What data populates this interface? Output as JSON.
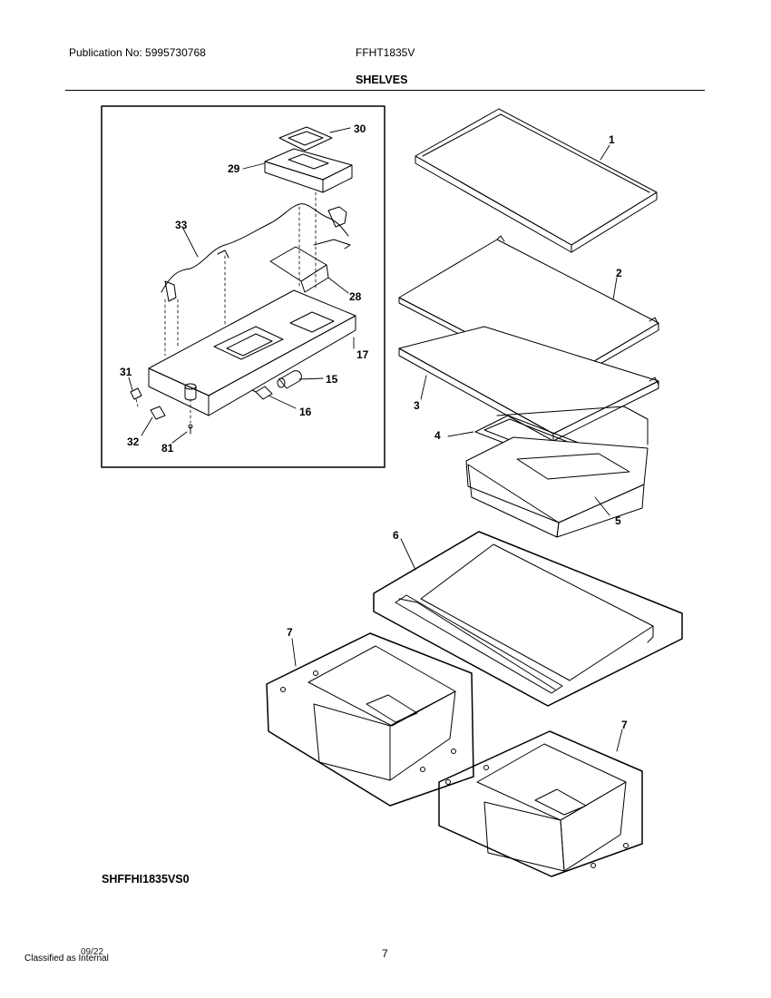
{
  "header": {
    "publication": "Publication No: 5995730768",
    "model": "FFHT1835V",
    "section_title": "SHELVES"
  },
  "callouts": {
    "c1": "1",
    "c2": "2",
    "c3": "3",
    "c4": "4",
    "c5": "5",
    "c6": "6",
    "c7a": "7",
    "c7b": "7",
    "c15": "15",
    "c16": "16",
    "c17": "17",
    "c28": "28",
    "c29": "29",
    "c30": "30",
    "c31": "31",
    "c32": "32",
    "c33": "33",
    "c81": "81"
  },
  "footer": {
    "diagram_code": "SHFFHI1835VS0",
    "classification": "Classified as Internal",
    "date": "09/22",
    "page_number": "7"
  }
}
